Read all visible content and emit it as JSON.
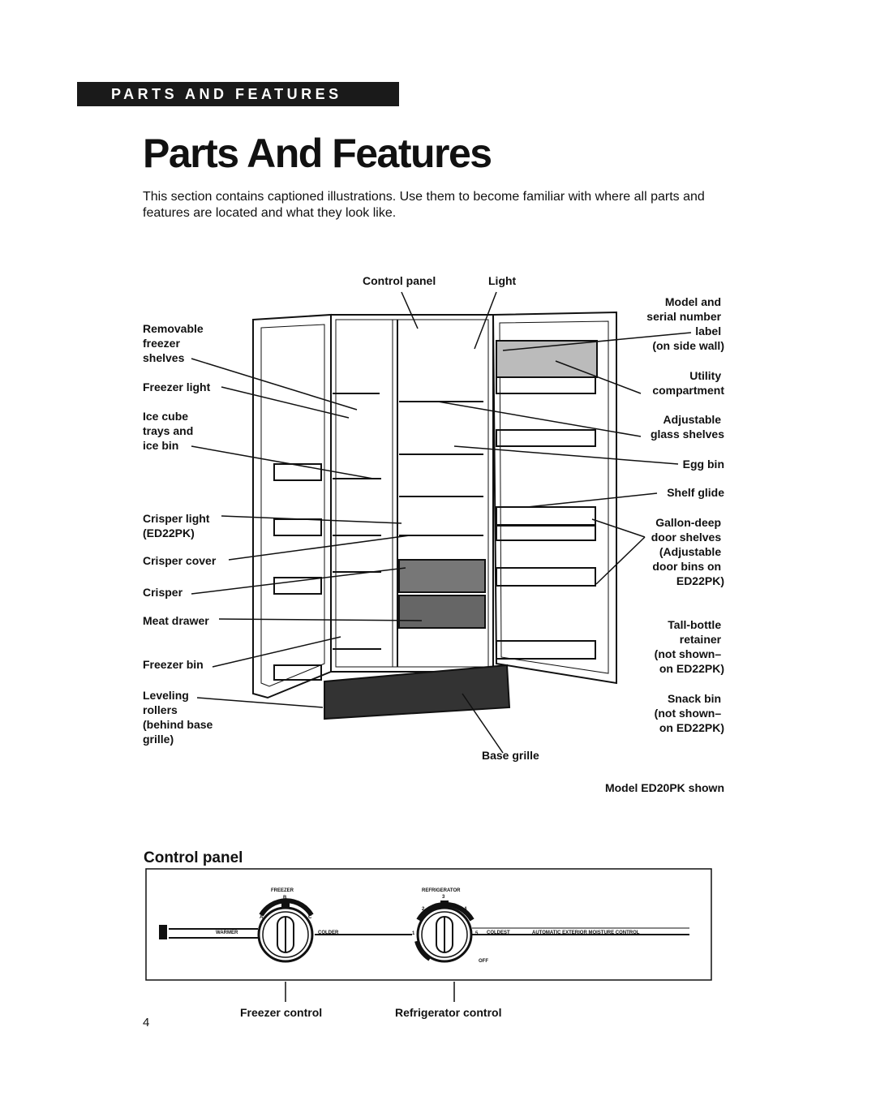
{
  "header": {
    "banner": "PARTS AND FEATURES",
    "title": "Parts And Features"
  },
  "intro": "This section contains captioned illustrations. Use them to become familiar with where all parts and features are located and what they look like.",
  "diagram": {
    "top_labels": {
      "control_panel": "Control panel",
      "light": "Light"
    },
    "left_labels": [
      [
        "Removable",
        "freezer",
        "shelves"
      ],
      [
        "Freezer light"
      ],
      [
        "Ice cube",
        "trays and",
        "ice bin"
      ],
      [
        "Crisper light",
        "(ED22PK)"
      ],
      [
        "Crisper cover"
      ],
      [
        "Crisper"
      ],
      [
        "Meat drawer"
      ],
      [
        "Freezer bin"
      ],
      [
        "Leveling",
        "rollers",
        "(behind base",
        "grille)"
      ]
    ],
    "right_labels": [
      [
        "Model and",
        "serial number",
        "label",
        "(on side wall)"
      ],
      [
        "Utility",
        "compartment"
      ],
      [
        "Adjustable",
        "glass shelves"
      ],
      [
        "Egg bin"
      ],
      [
        "Shelf glide"
      ],
      [
        "Gallon-deep",
        "door shelves",
        "(Adjustable",
        "door bins on",
        "ED22PK)"
      ],
      [
        "Tall-bottle",
        "retainer",
        "(not shown–",
        "on ED22PK)"
      ],
      [
        "Snack bin",
        "(not shown–",
        "on ED22PK)"
      ]
    ],
    "bottom_label": "Base grille",
    "caption": "Model ED20PK shown"
  },
  "control_panel": {
    "heading": "Control panel",
    "freezer": {
      "title": "FREEZER",
      "left": "WARMER",
      "right": "COLDER",
      "marks": [
        "A",
        "B",
        "C"
      ]
    },
    "refrigerator": {
      "title": "REFRIGERATOR",
      "right": "COLDEST",
      "off": "OFF",
      "marks": [
        "1",
        "2",
        "3",
        "4",
        "5"
      ]
    },
    "strip_text": "AUTOMATIC EXTERIOR MOISTURE CONTROL",
    "freezer_control_label": "Freezer control",
    "refrigerator_control_label": "Refrigerator control"
  },
  "page_number": "4"
}
